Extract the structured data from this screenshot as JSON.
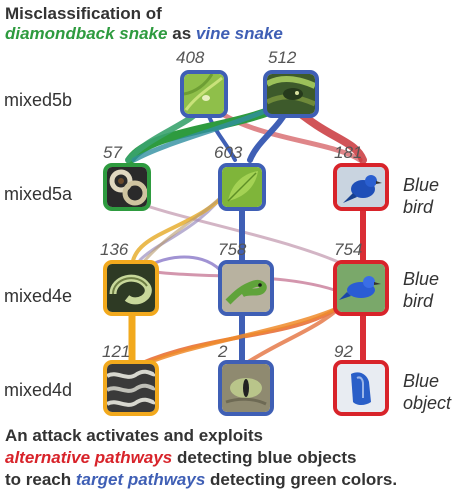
{
  "colors": {
    "green": "#2e9b3f",
    "blue": "#3f5fb5",
    "red": "#d8232a",
    "orange": "#f2a91d",
    "text": "#333333"
  },
  "title": {
    "line1": "Misclassification of",
    "source_class": "diamondback snake",
    "connector": "as",
    "target_class": "vine snake"
  },
  "layers": [
    "mixed5b",
    "mixed5a",
    "mixed4e",
    "mixed4d"
  ],
  "neurons": {
    "mixed5b": [
      {
        "id": "408",
        "color": "blue",
        "icon": "green-leaf-icon"
      },
      {
        "id": "512",
        "color": "blue",
        "icon": "snake-head-icon"
      }
    ],
    "mixed5a": [
      {
        "id": "57",
        "color": "green",
        "icon": "diamondback-pattern-icon"
      },
      {
        "id": "603",
        "color": "blue",
        "icon": "leaf-icon"
      },
      {
        "id": "181",
        "color": "red",
        "icon": "blue-bird-icon"
      }
    ],
    "mixed4e": [
      {
        "id": "136",
        "color": "orange",
        "icon": "coiled-snake-icon"
      },
      {
        "id": "758",
        "color": "blue",
        "icon": "green-snake-icon"
      },
      {
        "id": "754",
        "color": "red",
        "icon": "blue-bird-icon"
      }
    ],
    "mixed4d": [
      {
        "id": "121",
        "color": "orange",
        "icon": "scale-pattern-icon"
      },
      {
        "id": "2",
        "color": "blue",
        "icon": "eye-icon"
      },
      {
        "id": "92",
        "color": "red",
        "icon": "blue-object-icon"
      }
    ]
  },
  "side_labels": {
    "mixed5a": {
      "line1": "Blue",
      "line2": "bird"
    },
    "mixed4e": {
      "line1": "Blue",
      "line2": "bird"
    },
    "mixed4d": {
      "line1": "Blue",
      "line2": "object"
    }
  },
  "caption": {
    "line1": "An attack activates and exploits",
    "alt_pathways": "alternative pathways",
    "line2_rest": "detecting blue objects",
    "line3_start": "to reach",
    "target_pathways": "target pathways",
    "line3_rest": "detecting green colors."
  }
}
